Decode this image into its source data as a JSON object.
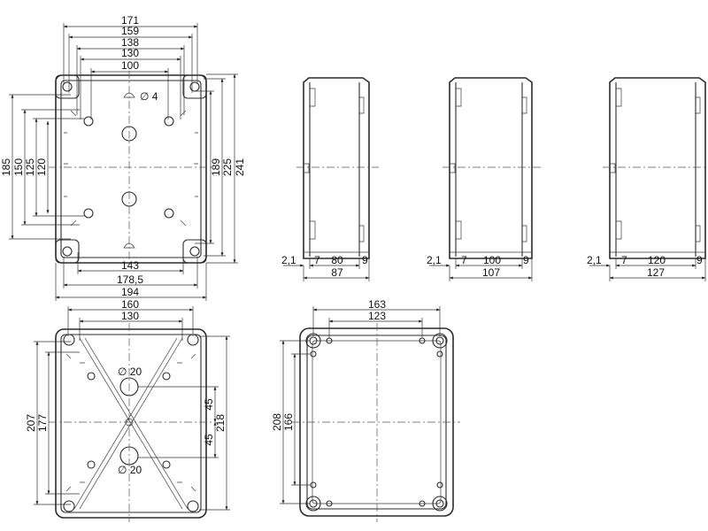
{
  "views": {
    "top_left": {
      "widths": [
        "171",
        "159",
        "138",
        "130",
        "100"
      ],
      "hole_dia": "∅ 4",
      "left_heights": [
        "185",
        "150",
        "125",
        "120"
      ],
      "right_heights": [
        "189",
        "225",
        "241"
      ],
      "bottom_widths": [
        "143",
        "178,5",
        "194"
      ]
    },
    "side_1": {
      "wall": "2,1",
      "a": "7",
      "inner": "80",
      "b": "9",
      "outer": "87"
    },
    "side_2": {
      "wall": "2,1",
      "a": "7",
      "inner": "100",
      "b": "9",
      "outer": "107"
    },
    "side_3": {
      "wall": "2,1",
      "a": "7",
      "inner": "120",
      "b": "9",
      "outer": "127"
    },
    "bottom_left": {
      "widths": [
        "160",
        "130"
      ],
      "hole_dia_1": "∅ 20",
      "hole_dia_2": "∅ 20",
      "left_heights": [
        "207",
        "177"
      ],
      "offset_1": "45",
      "offset_2": "45",
      "right_height": "218"
    },
    "lid": {
      "widths": [
        "163",
        "123"
      ],
      "heights": [
        "208",
        "166"
      ]
    }
  }
}
